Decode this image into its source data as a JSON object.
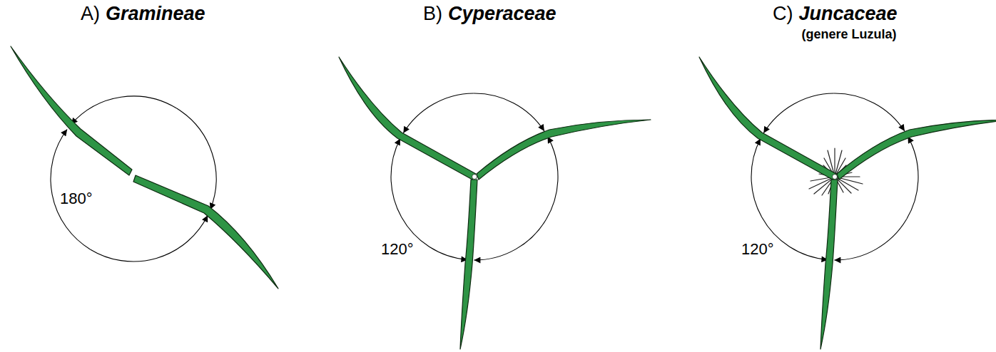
{
  "diagram": {
    "labels": [
      "A)",
      "Gramineae",
      "B)",
      "Cyperaceae",
      "C)",
      "Juncaceae",
      "(genere Luzula)",
      "180°",
      "120°",
      "120°"
    ]
  }
}
